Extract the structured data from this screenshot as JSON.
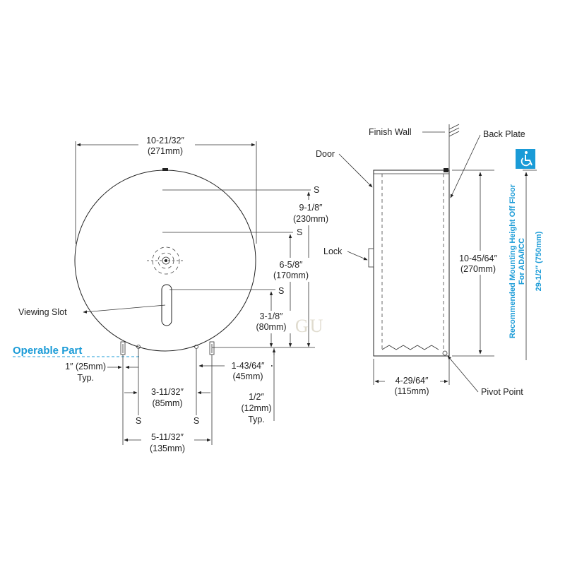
{
  "front_view": {
    "overall_width": {
      "imperial": "10-21/32″",
      "metric": "(271mm)"
    },
    "s_height_1": {
      "imperial": "9-1/8″",
      "metric": "(230mm)"
    },
    "s_height_2": {
      "imperial": "6-5/8″",
      "metric": "(170mm)"
    },
    "s_height_3": {
      "imperial": "3-1/8″",
      "metric": "(80mm)"
    },
    "s_marker": "S",
    "viewing_slot_label": "Viewing Slot",
    "operable_part_label": "Operable Part",
    "leg_width": {
      "imperial": "1″ (25mm)",
      "note": "Typ."
    },
    "screw_spacing_inner": {
      "imperial": "3-11/32″",
      "metric": "(85mm)"
    },
    "screw_spacing_outer": {
      "imperial": "5-11/32″",
      "metric": "(135mm)"
    },
    "right_offset": {
      "imperial": "1-43/64″",
      "metric": "(45mm)"
    },
    "leg_offset": {
      "imperial": "1/2″",
      "metric": "(12mm)",
      "note": "Typ."
    }
  },
  "side_view": {
    "finish_wall_label": "Finish Wall",
    "back_plate_label": "Back Plate",
    "door_label": "Door",
    "lock_label": "Lock",
    "pivot_point_label": "Pivot Point",
    "height": {
      "imperial": "10-45/64″",
      "metric": "(270mm)"
    },
    "depth": {
      "imperial": "4-29/64″",
      "metric": "(115mm)"
    },
    "mounting_note": {
      "line1": "Recommended Mounting Height Off Floor",
      "line2": "For ADA/ICC",
      "line3": "29-1/2″ (750mm)"
    },
    "accessibility_icon": "wheelchair-accessibility-icon"
  },
  "watermark": "BEGU",
  "colors": {
    "accent": "#1a9bd7",
    "line": "#222222"
  }
}
